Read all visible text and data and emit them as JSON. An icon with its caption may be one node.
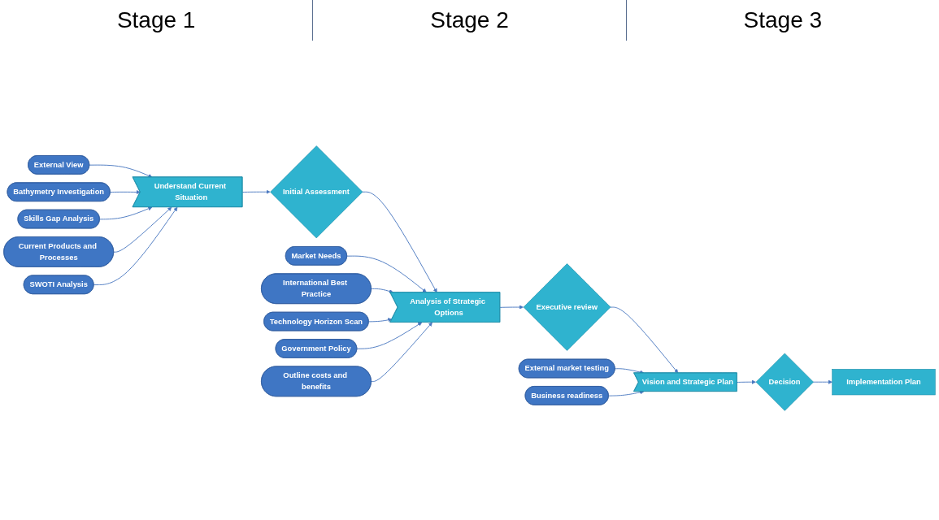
{
  "diagram": {
    "nodes": [
      {
        "text": [
          "External View"
        ]
      },
      {
        "text": [
          "Bathymetry Investigation"
        ]
      },
      {
        "text": [
          "Understand Current Situation"
        ]
      },
      {
        "text": [
          "Initial Assessment"
        ]
      },
      {
        "text": [
          "Skills Gap Analysis"
        ]
      },
      {
        "text": [
          "Current Products and Processes"
        ]
      },
      {
        "text": [
          "SWOTI Analysis"
        ]
      },
      {
        "text": [
          "Market Needs"
        ]
      },
      {
        "text": [
          "International Best Practice"
        ]
      },
      {
        "text": [
          "Technology Horizon Scan"
        ]
      },
      {
        "text": [
          "Analysis of Strategic Options"
        ]
      },
      {
        "text": [
          "Executive review"
        ]
      },
      {
        "text": [
          "Government Policy"
        ]
      },
      {
        "text": [
          "Outline costs and benefits"
        ]
      },
      {
        "text": [
          "External market testing"
        ]
      },
      {
        "text": [
          "Vision and Strategic Plan"
        ]
      },
      {
        "text": [
          "Decision"
        ]
      },
      {
        "text": [
          "Business readiness"
        ]
      },
      {
        "text": [
          "Implementation Plan"
        ]
      }
    ],
    "edges": [
      {
        "from": 0,
        "to": 2,
        "arrow": "to"
      },
      {
        "from": 1,
        "to": 2,
        "arrow": "to"
      },
      {
        "from": 4,
        "to": 2,
        "arrow": "to"
      },
      {
        "from": 5,
        "to": 2,
        "arrow": "to"
      },
      {
        "from": 6,
        "to": 2,
        "arrow": "to"
      },
      {
        "from": 2,
        "to": 3,
        "arrow": "to"
      },
      {
        "from": 3,
        "to": 10,
        "arrow": "to"
      },
      {
        "from": 7,
        "to": 10,
        "arrow": "to"
      },
      {
        "from": 8,
        "to": 10,
        "arrow": "to"
      },
      {
        "from": 9,
        "to": 10,
        "arrow": "to"
      },
      {
        "from": 12,
        "to": 10,
        "arrow": "to"
      },
      {
        "from": 13,
        "to": 10,
        "arrow": "to"
      },
      {
        "from": 10,
        "to": 11,
        "arrow": "to"
      },
      {
        "from": 11,
        "to": 15,
        "arrow": "to"
      },
      {
        "from": 14,
        "to": 15,
        "arrow": "to"
      },
      {
        "from": 17,
        "to": 15,
        "arrow": "to"
      },
      {
        "from": 15,
        "to": 16,
        "arrow": "to"
      },
      {
        "from": 16,
        "to": 18,
        "arrow": "to"
      }
    ],
    "labels": [
      "Stage 1",
      "Stage 2",
      "Stage 3"
    ]
  }
}
